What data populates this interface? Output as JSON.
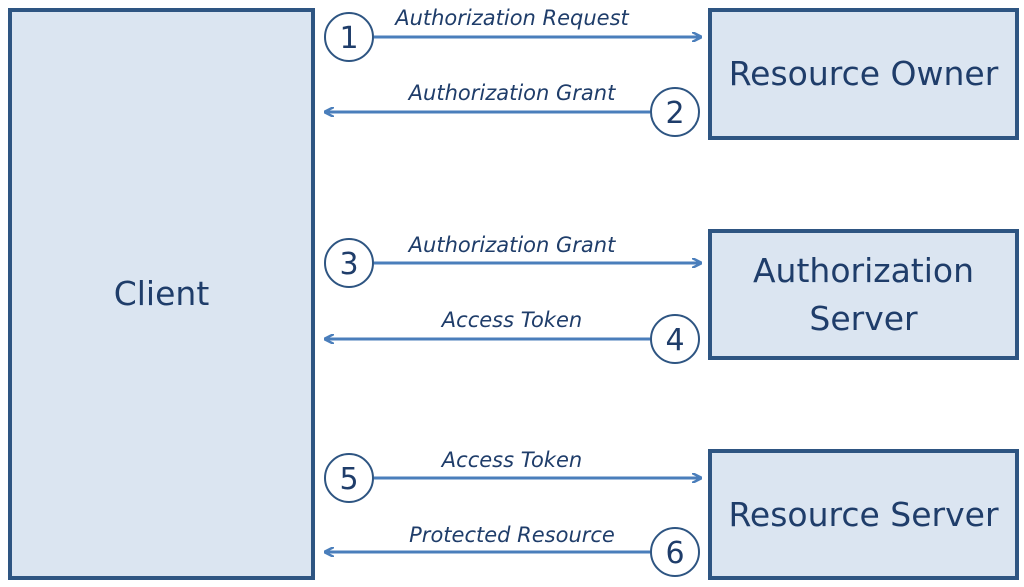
{
  "entities": {
    "client": "Client",
    "resource_owner": "Resource Owner",
    "authorization_server_line1": "Authorization",
    "authorization_server_line2": "Server",
    "resource_server": "Resource Server"
  },
  "steps": [
    {
      "num": "1",
      "label": "Authorization Request"
    },
    {
      "num": "2",
      "label": "Authorization Grant"
    },
    {
      "num": "3",
      "label": "Authorization Grant"
    },
    {
      "num": "4",
      "label": "Access Token"
    },
    {
      "num": "5",
      "label": "Access Token"
    },
    {
      "num": "6",
      "label": "Protected Resource"
    }
  ],
  "colors": {
    "box_fill": "#dbe5f1",
    "box_border": "#2e5582",
    "arrow": "#4a7ebb",
    "text": "#1f3d6a"
  }
}
